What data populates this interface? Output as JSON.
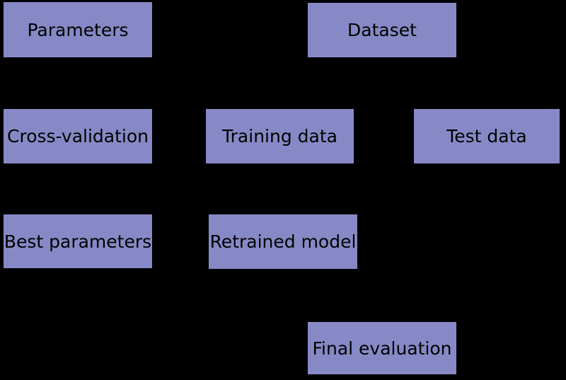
{
  "diagram": {
    "colors": {
      "background": "#000000",
      "node_fill": "#8789c6",
      "node_border": "#000000",
      "text": "#000000"
    },
    "nodes": [
      {
        "id": "parameters",
        "label": "Parameters"
      },
      {
        "id": "dataset",
        "label": "Dataset"
      },
      {
        "id": "cross-validation",
        "label": "Cross-validation"
      },
      {
        "id": "training-data",
        "label": "Training data"
      },
      {
        "id": "test-data",
        "label": "Test data"
      },
      {
        "id": "best-parameters",
        "label": "Best parameters"
      },
      {
        "id": "retrained-model",
        "label": "Retrained model"
      },
      {
        "id": "final-evaluation",
        "label": "Final evaluation"
      }
    ]
  }
}
